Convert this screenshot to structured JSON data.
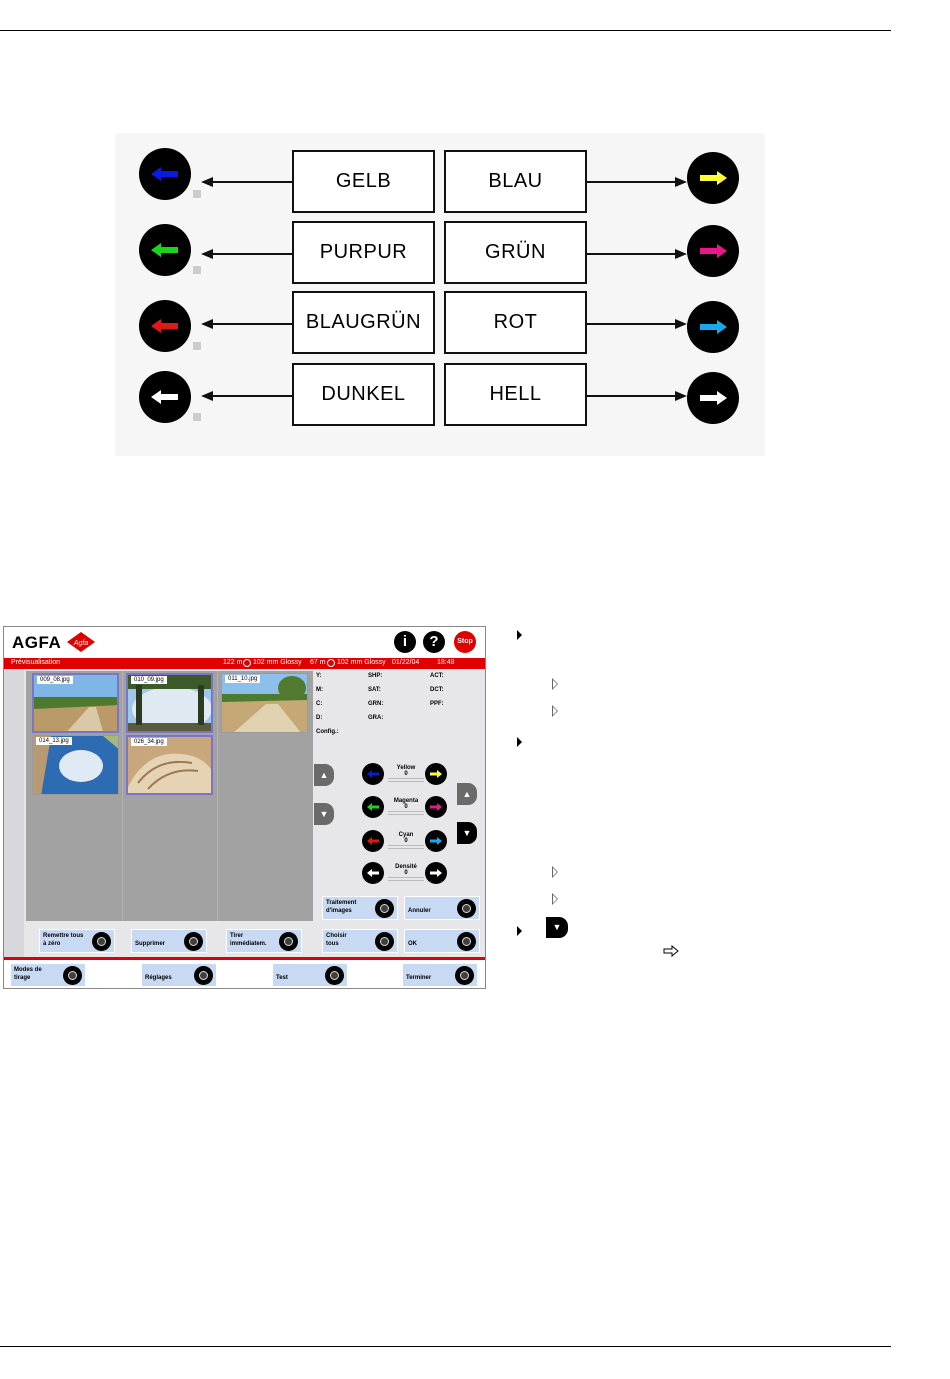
{
  "diagram": {
    "left_boxes": [
      "GELB",
      "PURPUR",
      "BLAUGRÜN",
      "DUNKEL"
    ],
    "right_boxes": [
      "BLAU",
      "GRÜN",
      "ROT",
      "HELL"
    ],
    "left_arrow_colors": [
      "#0a1ae0",
      "#1ed11e",
      "#e01818",
      "#ffffff"
    ],
    "right_arrow_colors": [
      "#ffff33",
      "#e8188c",
      "#1aa8e8",
      "#ffffff"
    ]
  },
  "app": {
    "logo": "AGFA",
    "logo_badge": "Agfa",
    "info_icon": "i",
    "help_icon": "?",
    "stop_label": "Stop",
    "title": "Prévisualisation",
    "media1": "122 m",
    "media1_spec": "102 mm Glossy",
    "media2": "67 m",
    "media2_spec": "102 mm Glossy",
    "date": "01/22/04",
    "time": "18:48",
    "thumbnails": [
      "009_08.jpg",
      "010_09.jpg",
      "011_10.jpg",
      "014_13.jpg",
      "026_34.jpg"
    ],
    "info_labels": {
      "y": "Y:",
      "m": "M:",
      "c": "C:",
      "d": "D:",
      "config": "Config.:",
      "shp": "SHP:",
      "sat": "SAT:",
      "grn": "GRN:",
      "gra": "GRA:",
      "act": "ACT:",
      "dct": "DCT:",
      "ppf": "PPF:"
    },
    "color_controls": [
      {
        "label": "Yellow",
        "value": "0",
        "left_color": "#0a1ae0",
        "right_color": "#ffff33"
      },
      {
        "label": "Magenta",
        "value": "0",
        "left_color": "#1ed11e",
        "right_color": "#e8188c"
      },
      {
        "label": "Cyan",
        "value": "0",
        "left_color": "#e01818",
        "right_color": "#1aa8e8"
      },
      {
        "label": "Densité",
        "value": "0",
        "left_color": "#ffffff",
        "right_color": "#ffffff"
      }
    ],
    "buttons": {
      "traitement_1": "Traitement",
      "traitement_2": "d'images",
      "annuler": "Annuler",
      "remettre_1": "Remettre tous",
      "remettre_2": "à zéro",
      "supprimer": "Supprimer",
      "tirer_1": "Tirer",
      "tirer_2": "immédiatem.",
      "choisir_1": "Choisir",
      "choisir_2": "tous",
      "ok": "OK",
      "modes_1": "Modes de",
      "modes_2": "tirage",
      "reglages": "Réglages",
      "test": "Test",
      "terminer": "Terminer"
    }
  }
}
